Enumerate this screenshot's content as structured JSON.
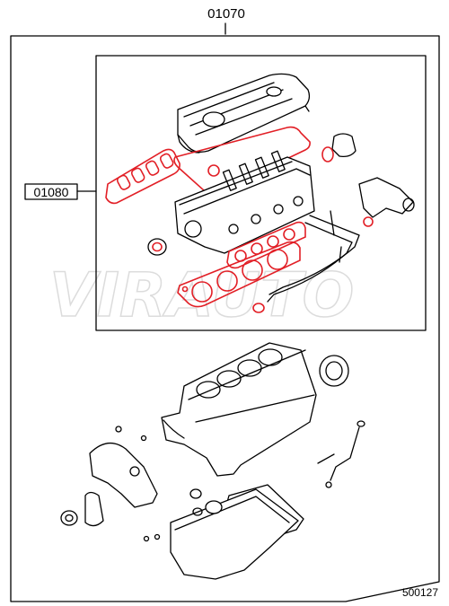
{
  "labels": {
    "top_part": "01070",
    "side_part": "01080",
    "figure_code": "500127"
  },
  "watermark": "VIRAUTO",
  "colors": {
    "line": "#000000",
    "gasket_highlight": "#e21f26",
    "watermark": "#dcdcdc"
  }
}
